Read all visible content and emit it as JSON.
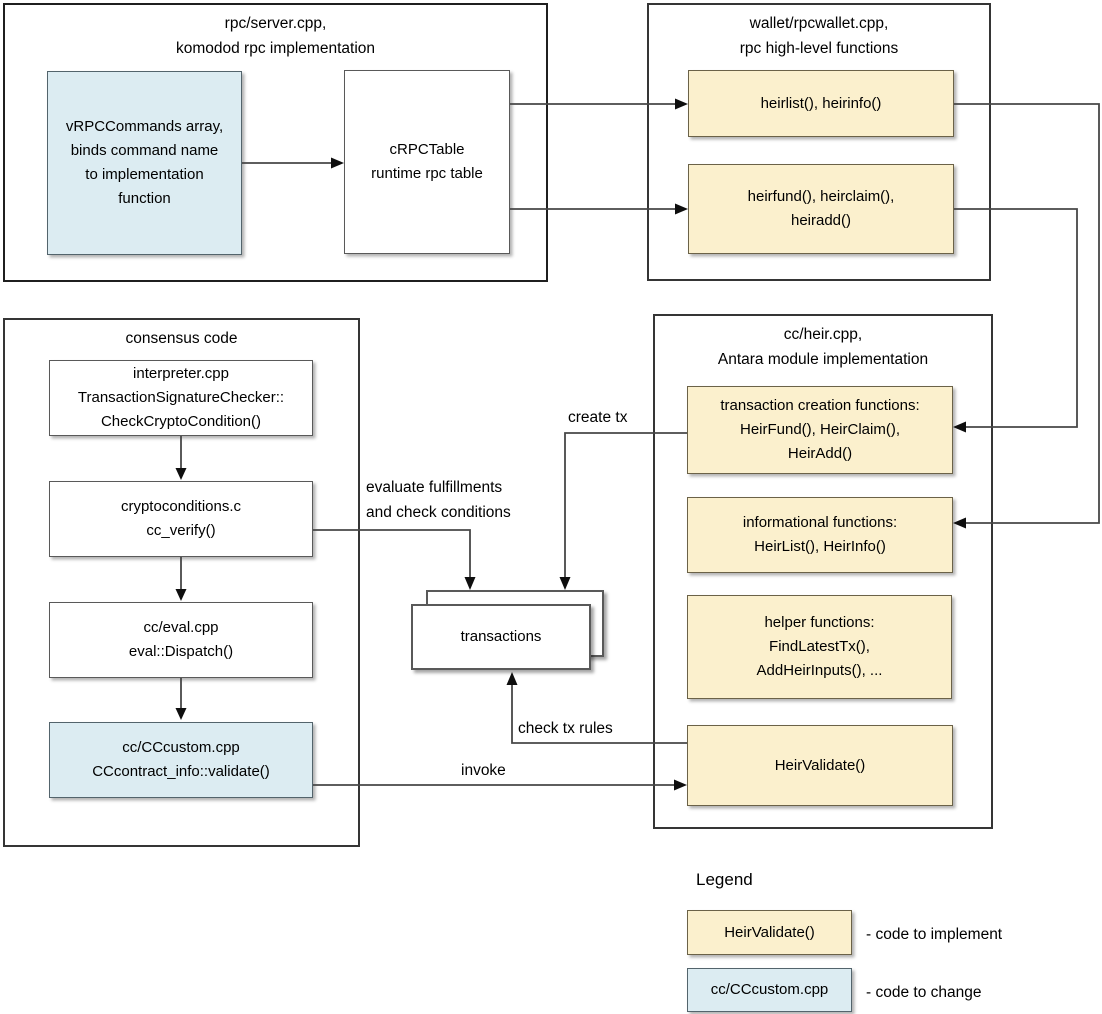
{
  "colors": {
    "yellow_fill": "#FBF0CD",
    "yellow_border": "#6B6248",
    "blue_fill": "#DCECF2",
    "blue_border": "#53646C",
    "line_color": "#474747",
    "arrow_color": "#0E0E0E"
  },
  "panel_rpc_server": {
    "title": "rpc/server.cpp,\nkomodod rpc implementation",
    "vrpc_box": "vRPCCommands array,\nbinds command name\nto implementation\nfunction",
    "crpctable_box": "cRPCTable\nruntime rpc table"
  },
  "panel_wallet": {
    "title": "wallet/rpcwallet.cpp,\nrpc high-level functions",
    "heirlist_box": "heirlist(), heirinfo()",
    "heirfund_box": "heirfund(), heirclaim(),\nheiradd()"
  },
  "panel_consensus": {
    "title": "consensus code",
    "interpreter_box": "interpreter.cpp\nTransactionSignatureChecker::\nCheckCryptoCondition()",
    "cryptoconditions_box": "cryptoconditions.c\ncc_verify()",
    "cceval_box": "cc/eval.cpp\neval::Dispatch()",
    "cccustom_box": "cc/CCcustom.cpp\nCCcontract_info::validate()"
  },
  "panel_heir": {
    "title": "cc/heir.cpp,\nAntara module implementation",
    "creation_box": "transaction creation functions:\nHeirFund(), HeirClaim(),\nHeirAdd()",
    "informational_box": "informational functions:\nHeirList(), HeirInfo()",
    "helper_box": "helper functions:\nFindLatestTx(),\nAddHeirInputs(), ...",
    "validate_box": "HeirValidate()"
  },
  "transactions_box": "transactions",
  "edge_labels": {
    "create_tx": "create tx",
    "evaluate": "evaluate fulfillments\nand check conditions",
    "check_tx_rules": "check tx rules",
    "invoke": "invoke"
  },
  "legend": {
    "title": "Legend",
    "implement_box": "HeirValidate()",
    "implement_label": "- code to implement",
    "change_box": "cc/CCcustom.cpp",
    "change_label": "- code to change"
  }
}
